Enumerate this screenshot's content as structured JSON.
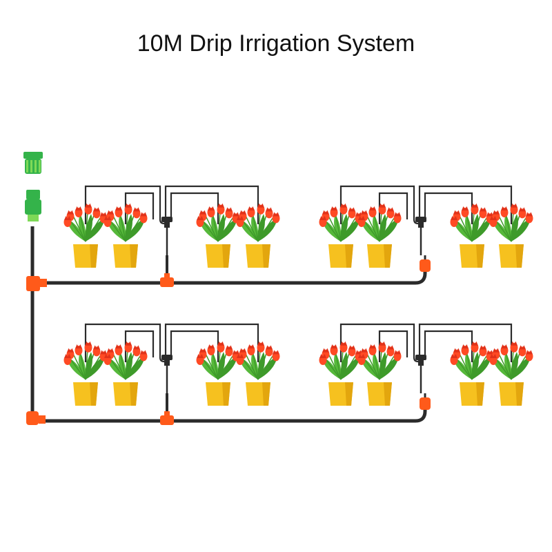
{
  "title": "10M Drip Irrigation System",
  "components": {
    "hose_connector": "hose-tap-connector",
    "quick_connector": "quick-connector",
    "supply_line": "main-supply-hose",
    "tee": "tee-connector",
    "elbow": "elbow-connector",
    "emitter_branch": "drip-branch-line",
    "plant": "potted-tulip"
  },
  "layout_counts": {
    "rows": 2,
    "groups_per_row": 2,
    "pots_per_group": 4
  },
  "colors": {
    "hose": "#2b2b2b",
    "fitting": "#ff5a1a",
    "connector_green": "#34b34a",
    "connector_light": "#7ed957",
    "pot": "#f6c11f",
    "pot_shadow": "#e3a60e",
    "leaf": "#56b83a",
    "leaf_dark": "#3e9a2a",
    "flower": "#ff4a24",
    "flower_dark": "#e0321a"
  }
}
